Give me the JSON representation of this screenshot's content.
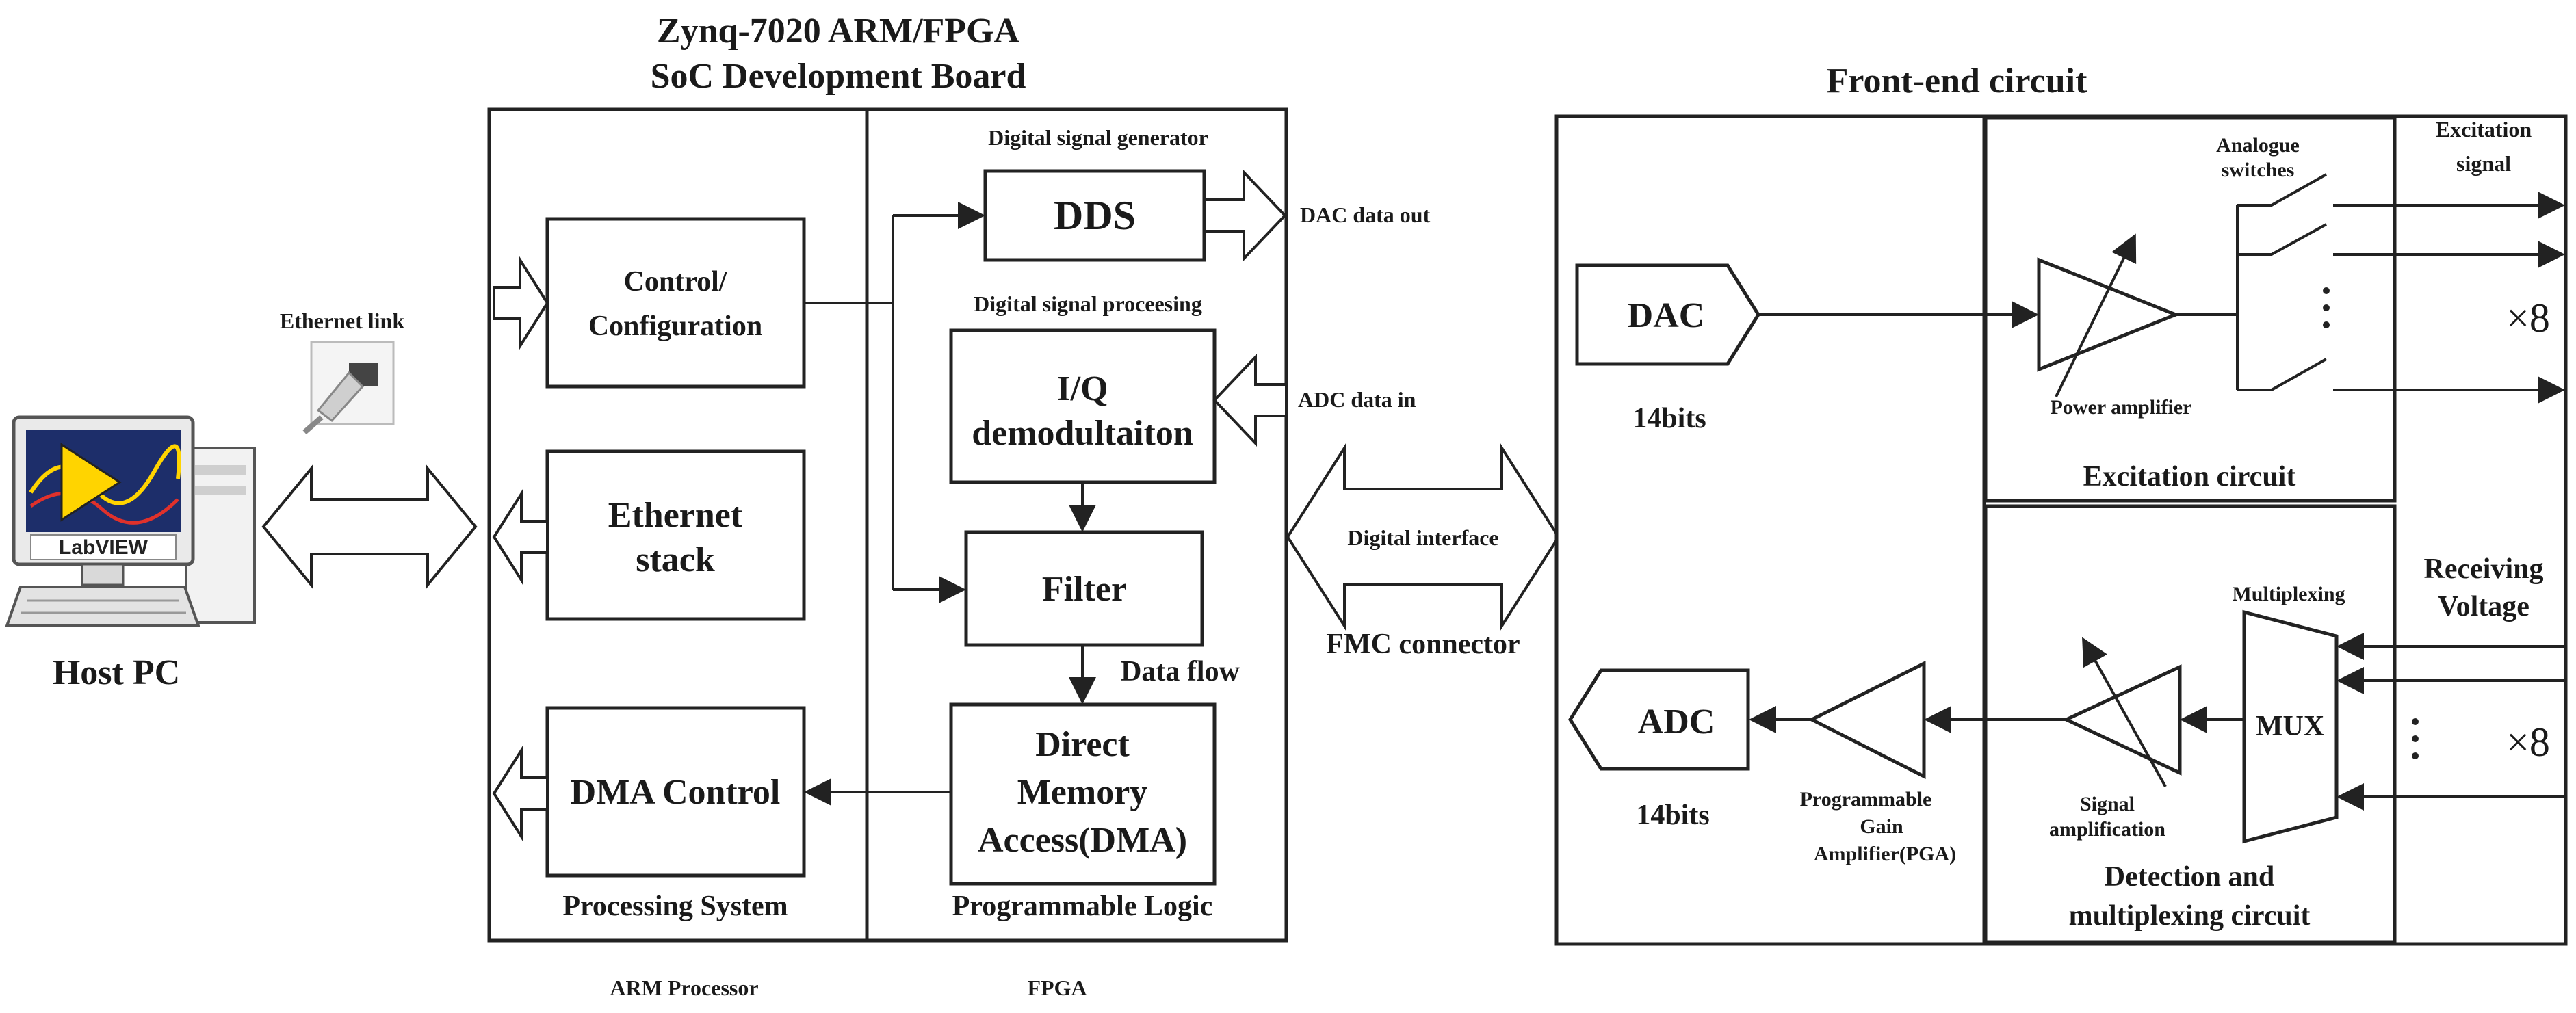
{
  "title": {
    "line1": "Zynq-7020 ARM/FPGA",
    "line2": "SoC Development Board"
  },
  "host": {
    "label": "Host PC",
    "software_label": "LabVIEW",
    "ethernet_link_label": "Ethernet link"
  },
  "ps": {
    "control_line1": "Control/",
    "control_line2": "Configuration",
    "ethernet_line1": "Ethernet",
    "ethernet_line2": "stack",
    "dma_control": "DMA Control",
    "footer": "Processing System",
    "below": "ARM Processor"
  },
  "pl": {
    "dsg_label": "Digital signal generator",
    "dds": "DDS",
    "dsp_label": "Digital signal proceesing",
    "iq_line1": "I/Q",
    "iq_line2": "demodultaiton",
    "filter": "Filter",
    "data_flow": "Data flow",
    "dma_line1": "Direct",
    "dma_line2": "Memory",
    "dma_line3": "Access(DMA)",
    "footer": "Programmable Logic",
    "below": "FPGA"
  },
  "interface": {
    "dac_out": "DAC data out",
    "adc_in": "ADC data in",
    "digital_interface": "Digital interface",
    "fmc": "FMC connector"
  },
  "frontend": {
    "title": "Front-end circuit",
    "dac": "DAC",
    "dac_bits": "14bits",
    "adc": "ADC",
    "adc_bits": "14bits",
    "pga_line1": "Programmable",
    "pga_line2": "Gain",
    "pga_line3": "Amplifier(PGA)",
    "switches_line1": "Analogue",
    "switches_line2": "switches",
    "power_amp": "Power  amplifier",
    "excitation_circuit": "Excitation circuit",
    "excitation_line1": "Excitation",
    "excitation_line2": "signal",
    "times8_top": "×8",
    "multiplexing": "Multiplexing",
    "mux": "MUX",
    "signal_line1": "Signal",
    "signal_line2": "amplification",
    "detection_line1": "Detection and",
    "detection_line2": "multiplexing circuit",
    "receiving_line1": "Receiving",
    "receiving_line2": "Voltage",
    "times8_bottom": "×8"
  }
}
